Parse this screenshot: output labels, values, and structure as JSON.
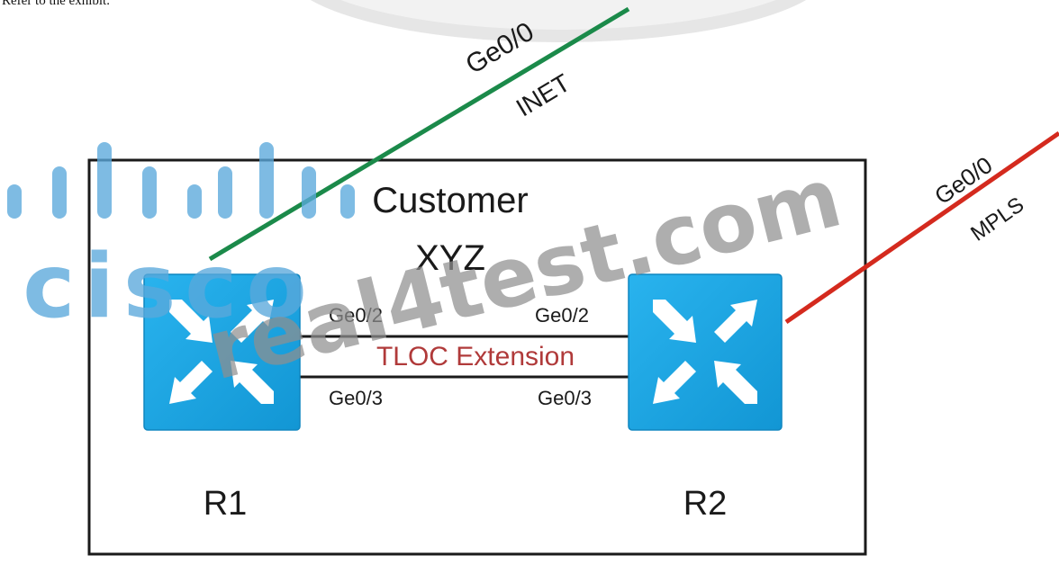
{
  "caption": "Refer to the exhibit.",
  "site": {
    "line1": "Customer",
    "line2": "XYZ"
  },
  "routers": [
    {
      "name": "R1"
    },
    {
      "name": "R2"
    }
  ],
  "uplinks": {
    "inet": {
      "interface": "Ge0/0",
      "transport": "INET",
      "color": "#1b8a4a"
    },
    "mpls": {
      "interface": "Ge0/0",
      "transport": "MPLS",
      "color": "#d42a1e"
    }
  },
  "tloc_extension": {
    "label": "TLOC Extension",
    "label_color": "#b03a3a",
    "r1_top": "Ge0/2",
    "r1_bottom": "Ge0/3",
    "r2_top": "Ge0/2",
    "r2_bottom": "Ge0/3"
  },
  "watermarks": {
    "brand": "cisco",
    "site": "real4test.com"
  },
  "colors": {
    "router": "#1aa3e0",
    "cisco_logo": "#5aa9dc",
    "watermark": "#9e9e9e"
  }
}
